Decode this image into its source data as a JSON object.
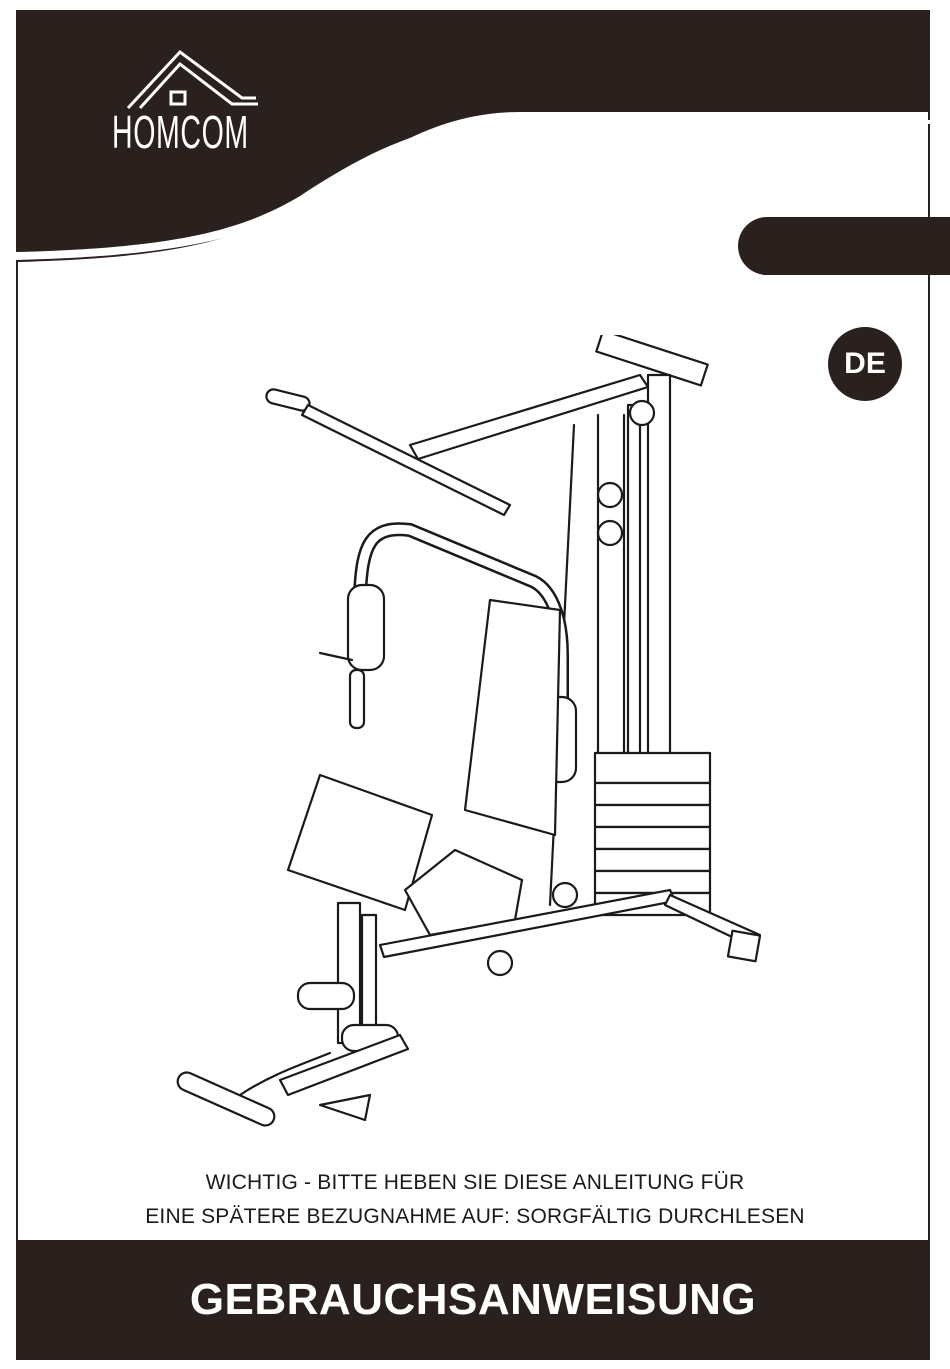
{
  "brand": {
    "name": "HOMCOM"
  },
  "badge": {
    "language": "DE"
  },
  "notice": {
    "line1": "WICHTIG - BITTE HEBEN SIE DIESE ANLEITUNG FÜR",
    "line2": "EINE SPÄTERE BEZUGNAHME AUF: SORGFÄLTIG DURCHLESEN"
  },
  "footer": {
    "title": "GEBRAUCHSANWEISUNG"
  },
  "colors": {
    "dark": "#2a201e",
    "light": "#ffffff"
  },
  "illustration": {
    "icon": "home-gym-machine-line-drawing"
  }
}
